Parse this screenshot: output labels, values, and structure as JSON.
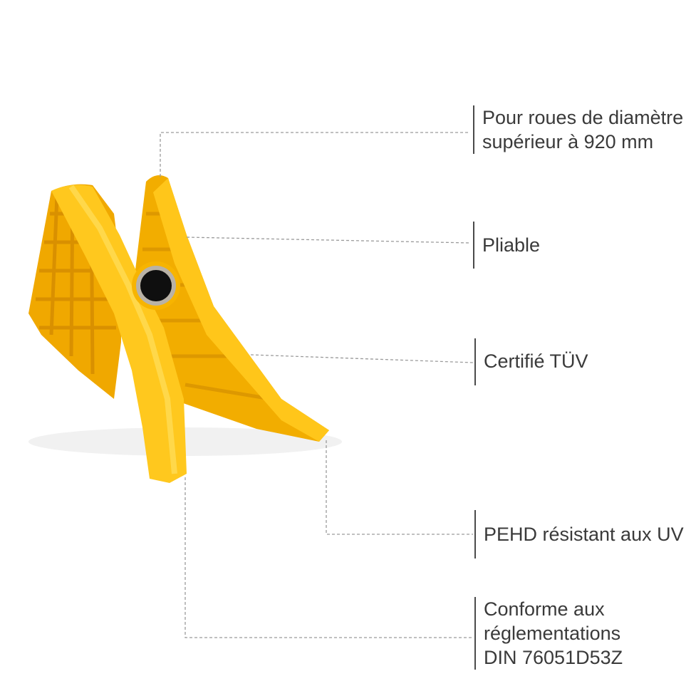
{
  "colors": {
    "product_yellow": "#f5b800",
    "product_yellow_light": "#ffd21e",
    "product_yellow_shadow": "#e29a00",
    "hole_dark": "#0f0f0f",
    "bushing_metal": "#b9b2a6",
    "text": "#3a3a3a",
    "leader_line": "#9a9a9a"
  },
  "features": [
    {
      "lines": [
        "Pour roues de diamètre",
        "supérieur à 920 mm"
      ]
    },
    {
      "lines": [
        "Pliable"
      ]
    },
    {
      "lines": [
        "Certifié TÜV"
      ]
    },
    {
      "lines": [
        "PEHD résistant aux UV"
      ]
    },
    {
      "lines": [
        "Conforme aux",
        "réglementations",
        "DIN 76051D53Z"
      ]
    }
  ]
}
